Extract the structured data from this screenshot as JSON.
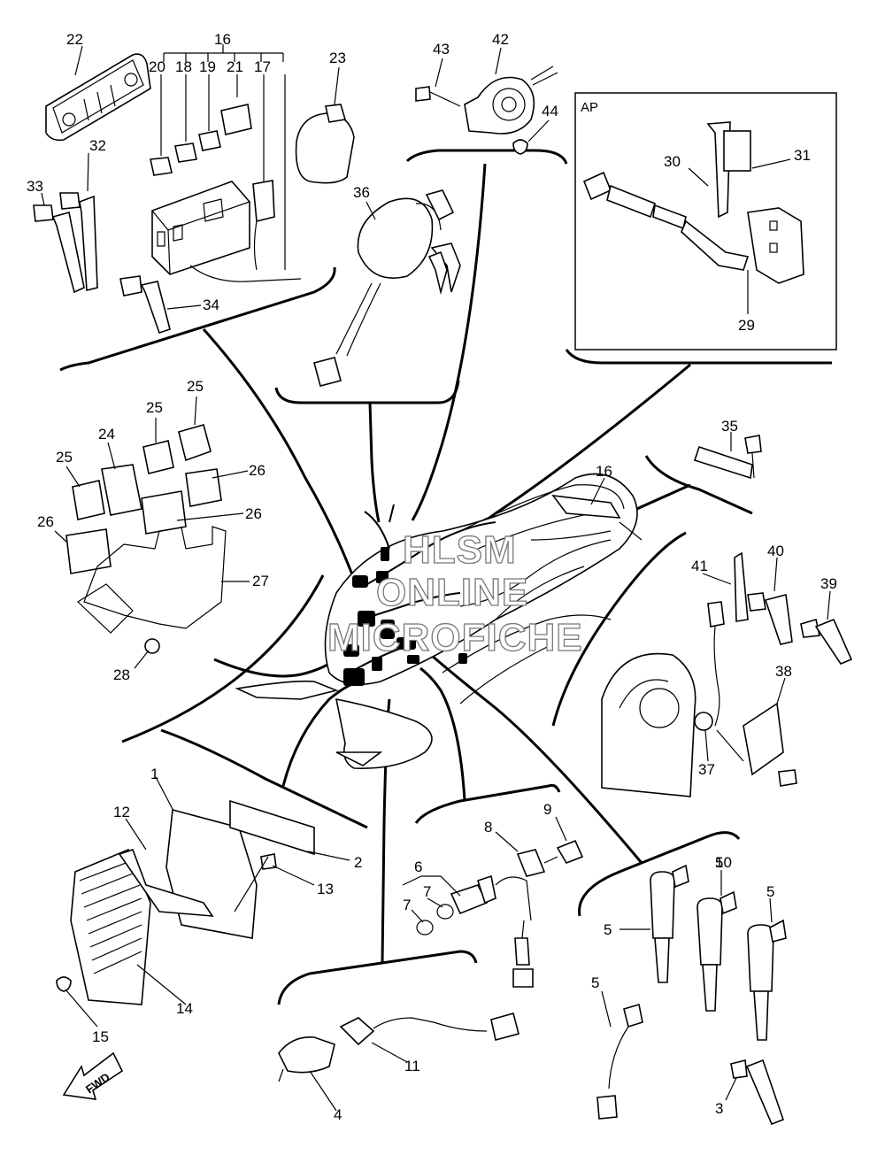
{
  "diagram": {
    "title": "",
    "section_label": "AP",
    "direction_label": "FWD",
    "watermark": [
      "HLSM",
      "ONLINE",
      "MICROFICHE"
    ],
    "callouts": [
      {
        "id": "c22",
        "text": "22"
      },
      {
        "id": "c16a",
        "text": "16"
      },
      {
        "id": "c20",
        "text": "20"
      },
      {
        "id": "c18",
        "text": "18"
      },
      {
        "id": "c19",
        "text": "19"
      },
      {
        "id": "c21",
        "text": "21"
      },
      {
        "id": "c17",
        "text": "17"
      },
      {
        "id": "c23",
        "text": "23"
      },
      {
        "id": "c43",
        "text": "43"
      },
      {
        "id": "c42",
        "text": "42"
      },
      {
        "id": "c44",
        "text": "44"
      },
      {
        "id": "c32",
        "text": "32"
      },
      {
        "id": "c33",
        "text": "33"
      },
      {
        "id": "c34",
        "text": "34"
      },
      {
        "id": "c36",
        "text": "36"
      },
      {
        "id": "c30",
        "text": "30"
      },
      {
        "id": "c31",
        "text": "31"
      },
      {
        "id": "c29",
        "text": "29"
      },
      {
        "id": "c25a",
        "text": "25"
      },
      {
        "id": "c25b",
        "text": "25"
      },
      {
        "id": "c24",
        "text": "24"
      },
      {
        "id": "c25c",
        "text": "25"
      },
      {
        "id": "c26a",
        "text": "26"
      },
      {
        "id": "c26b",
        "text": "26"
      },
      {
        "id": "c26c",
        "text": "26"
      },
      {
        "id": "c27",
        "text": "27"
      },
      {
        "id": "c28",
        "text": "28"
      },
      {
        "id": "c35",
        "text": "35"
      },
      {
        "id": "c16b",
        "text": "16"
      },
      {
        "id": "c41",
        "text": "41"
      },
      {
        "id": "c40",
        "text": "40"
      },
      {
        "id": "c39",
        "text": "39"
      },
      {
        "id": "c38",
        "text": "38"
      },
      {
        "id": "c37",
        "text": "37"
      },
      {
        "id": "c1",
        "text": "1"
      },
      {
        "id": "c12",
        "text": "12"
      },
      {
        "id": "c2",
        "text": "2"
      },
      {
        "id": "c13",
        "text": "13"
      },
      {
        "id": "c14",
        "text": "14"
      },
      {
        "id": "c15",
        "text": "15"
      },
      {
        "id": "c9",
        "text": "9"
      },
      {
        "id": "c8",
        "text": "8"
      },
      {
        "id": "c6",
        "text": "6"
      },
      {
        "id": "c7a",
        "text": "7"
      },
      {
        "id": "c7b",
        "text": "7"
      },
      {
        "id": "c5a",
        "text": "5"
      },
      {
        "id": "c5b",
        "text": "5"
      },
      {
        "id": "c5c",
        "text": "5"
      },
      {
        "id": "c5d",
        "text": "5"
      },
      {
        "id": "c11",
        "text": "11"
      },
      {
        "id": "c4",
        "text": "4"
      },
      {
        "id": "c3",
        "text": "3"
      },
      {
        "id": "c10",
        "text": "10"
      }
    ]
  }
}
